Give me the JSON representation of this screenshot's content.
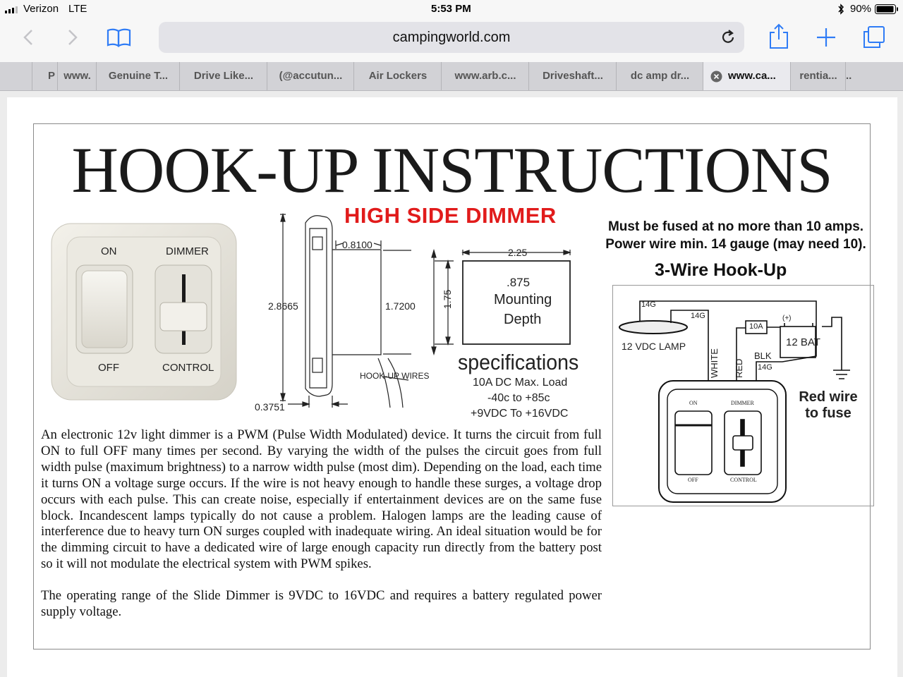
{
  "status": {
    "carrier": "Verizon",
    "network": "LTE",
    "time": "5:53 PM",
    "battery": "90%"
  },
  "browser": {
    "url": "campingworld.com"
  },
  "tabs": [
    {
      "label": "P",
      "active": false
    },
    {
      "label": "www.",
      "active": false
    },
    {
      "label": "Genuine T...",
      "active": false
    },
    {
      "label": "Drive Like...",
      "active": false
    },
    {
      "label": "(@accutun...",
      "active": false
    },
    {
      "label": "Air Lockers",
      "active": false
    },
    {
      "label": "www.arb.c...",
      "active": false
    },
    {
      "label": "Driveshaft...",
      "active": false
    },
    {
      "label": "dc amp dr...",
      "active": false
    },
    {
      "label": "www.ca...",
      "active": true
    },
    {
      "label": "rentia...",
      "active": false
    },
    {
      "label": "..",
      "active": false
    }
  ],
  "doc": {
    "title": "HOOK-UP INSTRUCTIONS",
    "subtitle": "HIGH SIDE DIMMER",
    "switch_labels": {
      "on": "ON",
      "dimmer": "DIMMER",
      "off": "OFF",
      "control": "CONTROL"
    },
    "dimensions": {
      "height": "2.8665",
      "depth": "0.8100",
      "body_height": "1.7200",
      "flange": "0.3751",
      "hookup_wires": "HOOK-UP WIRES"
    },
    "mount": {
      "width": "2.25",
      "height": "1.75",
      "depth": ".875",
      "depth_label1": "Mounting",
      "depth_label2": "Depth"
    },
    "specs": {
      "heading": "specifications",
      "load": "10A DC Max. Load",
      "temp": "-40c to +85c",
      "voltage": "+9VDC To +16VDC"
    },
    "fuse_note": [
      "Must be fused at no more than 10 amps.",
      "Power wire min. 14 gauge (may need 10)."
    ],
    "wiring": {
      "title": "3-Wire Hook-Up",
      "lamp": "12 VDC LAMP",
      "g14a": "14G",
      "g14b": "14G",
      "g14c": "14G",
      "fuse": "10A",
      "plus": "(+)",
      "battery": "12 BAT",
      "white": "WHITE",
      "red": "RED",
      "blk": "BLK",
      "red_note": [
        "Red wire",
        "to fuse"
      ],
      "on": "ON",
      "dimmer": "DIMMER",
      "off": "OFF",
      "control": "CONTROL"
    },
    "paragraph1": "An electronic 12v light dimmer is a PWM (Pulse Width Modulated) device. It turns the circuit from full ON to full OFF many times per second. By varying the width of the pulses the circuit goes from full width pulse (maximum brightness) to a narrow width pulse (most dim). Depending on the load, each time it turns ON a voltage surge occurs. If the wire is not heavy enough to handle these surges, a voltage drop occurs with each pulse. This can create noise, especially if entertainment devices are on the same fuse block.  Incandescent lamps typically do not cause a problem. Halogen lamps are the leading cause of interference due to heavy turn ON surges coupled with inadequate wiring. An ideal situation would be for the dimming circuit to have a dedicated wire of large enough capacity run directly from the battery post so it will not modulate the electrical system with PWM spikes.",
    "paragraph2": "The operating range of the Slide Dimmer is 9VDC to 16VDC and requires a battery regulated power supply voltage."
  }
}
